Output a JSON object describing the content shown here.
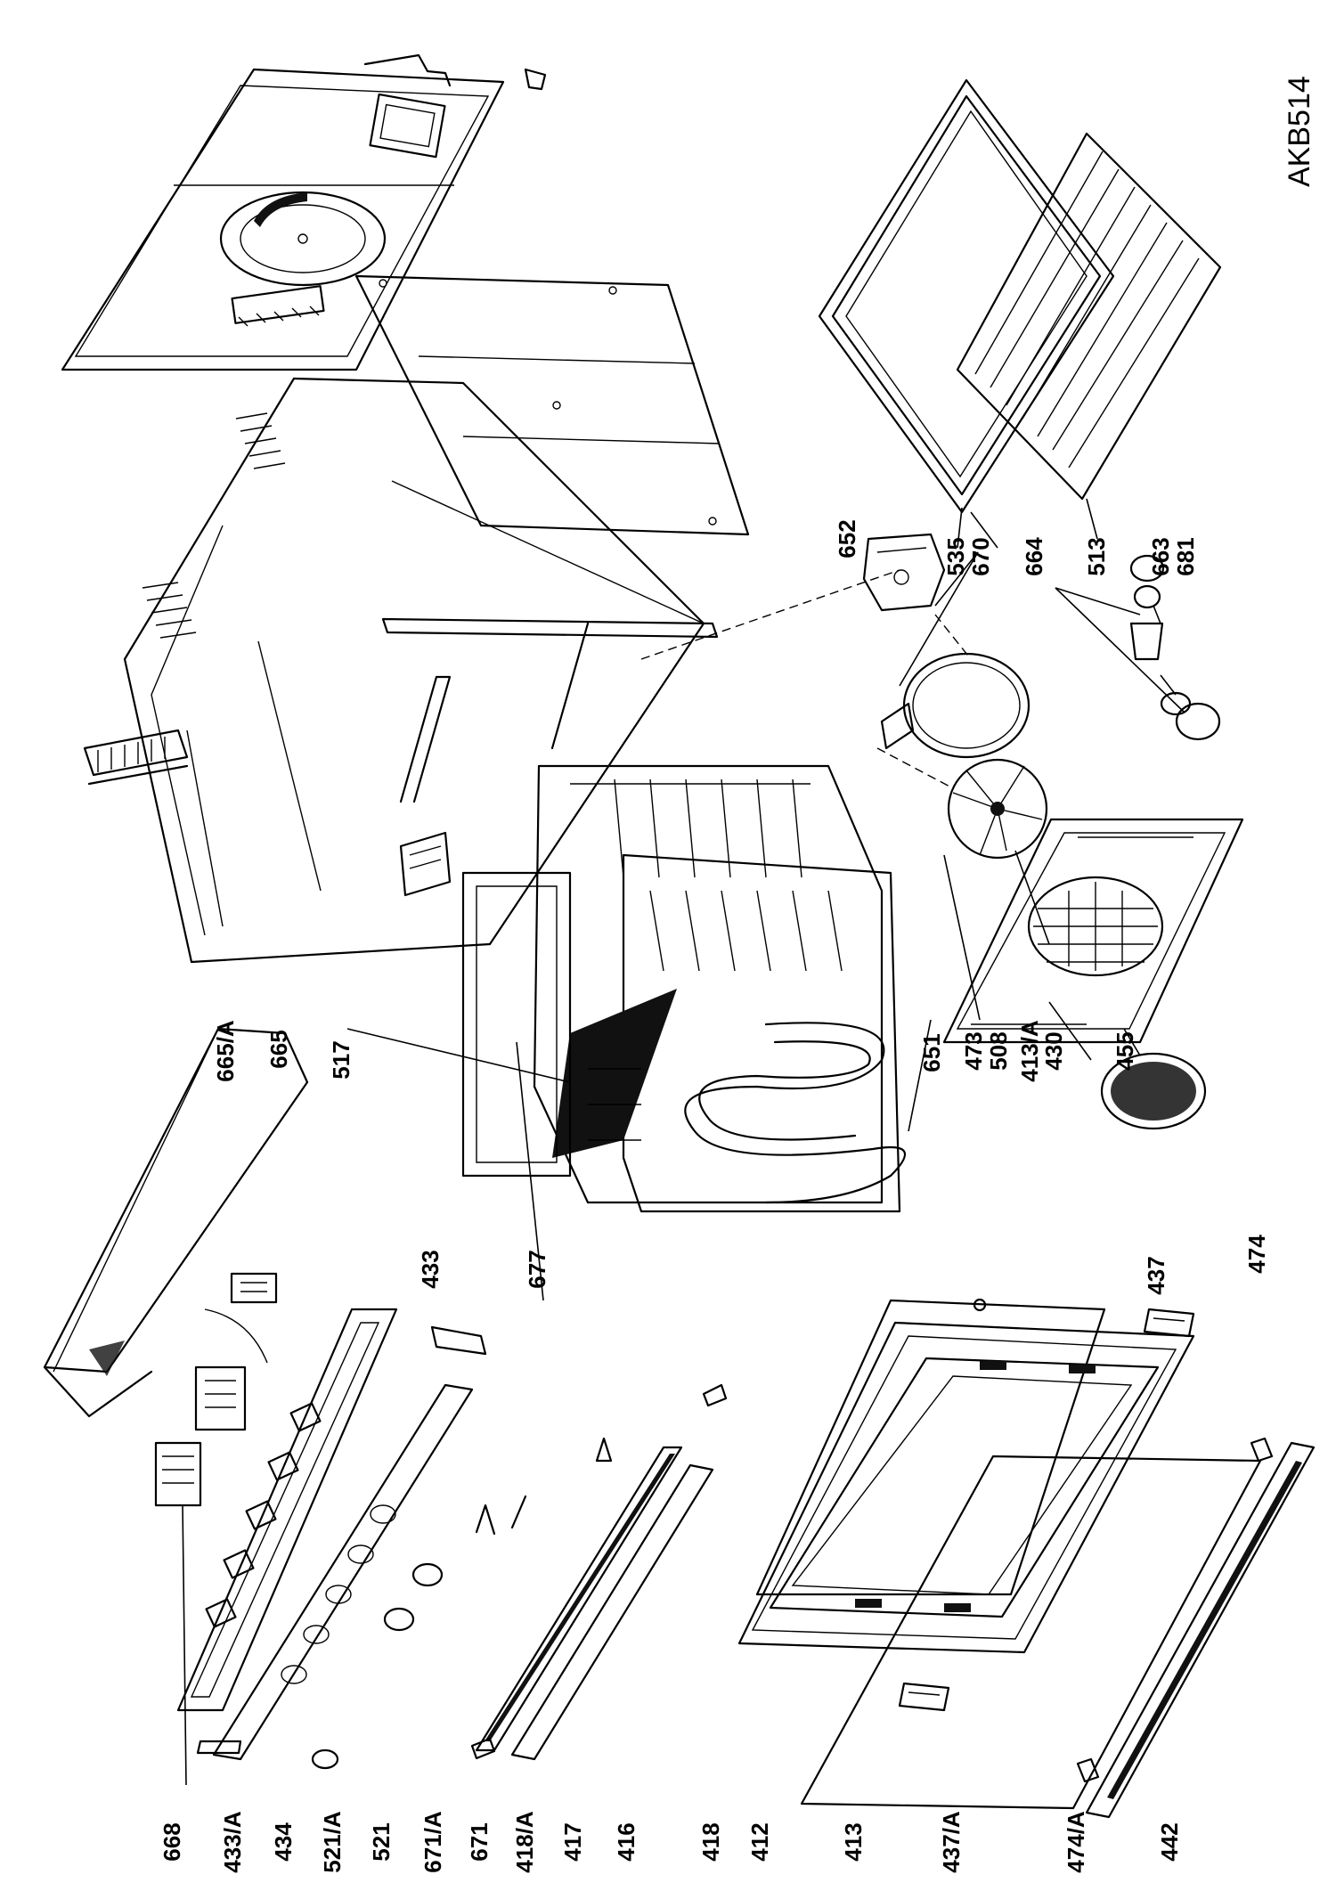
{
  "diagram": {
    "code": "AKB514",
    "labels": [
      "668",
      "433/A",
      "434",
      "521/A",
      "521",
      "671/A",
      "671",
      "418/A",
      "417",
      "416",
      "418",
      "412",
      "413",
      "437/A",
      "474/A",
      "442",
      "517",
      "665/A",
      "665",
      "433",
      "677",
      "651",
      "473",
      "508",
      "413/A",
      "430",
      "455",
      "437",
      "474",
      "652",
      "535",
      "670",
      "664",
      "513",
      "663",
      "681"
    ]
  }
}
